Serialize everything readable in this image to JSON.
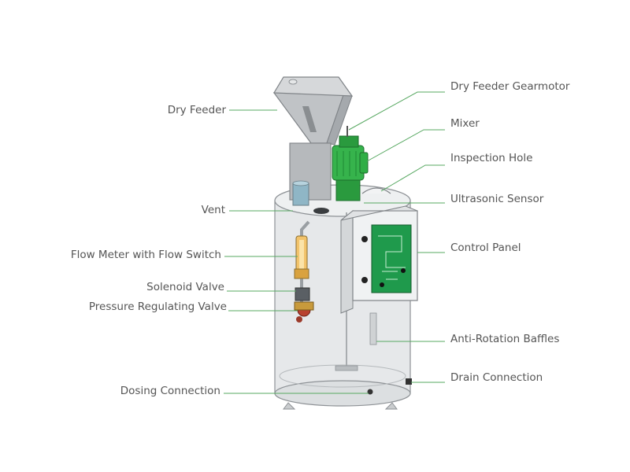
{
  "colors": {
    "leader_line": "#57a861",
    "label_text": "#555555",
    "tank": "#e4e6e8",
    "tank_stroke": "#8e9296",
    "hopper": "#b8bbbe",
    "motor_green": "#2fae45",
    "panel_screen": "#1f9a4c",
    "panel_box": "#eef0f1"
  },
  "labels": {
    "left": [
      "Dry Feeder",
      "Vent",
      "Flow Meter with Flow Switch",
      "Solenoid Valve",
      "Pressure Regulating Valve",
      "Dosing Connection"
    ],
    "right": [
      "Dry Feeder Gearmotor",
      "Mixer",
      "Inspection Hole",
      "Ultrasonic Sensor",
      "Control Panel",
      "Anti-Rotation Baffles",
      "Drain Connection"
    ]
  }
}
